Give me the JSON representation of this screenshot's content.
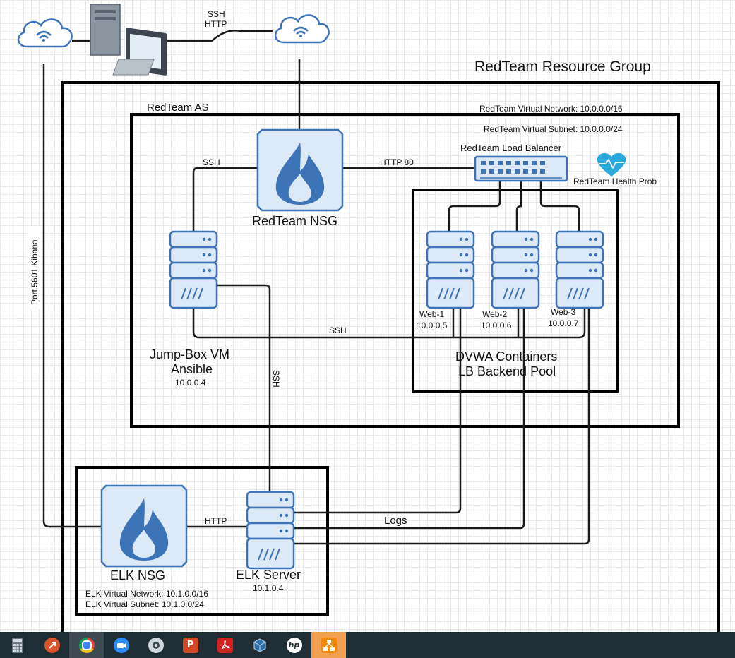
{
  "diagram": {
    "resource_group_label": "RedTeam Resource Group",
    "as_label": "RedTeam AS",
    "vnet_label": "RedTeam Virtual Network: 10.0.0.0/16",
    "subnet_label": "RedTeam Virtual Subnet: 10.0.0.0/24",
    "lb_label": "RedTeam Load Balancer",
    "health_probe_label": "RedTeam Health Prob",
    "nsg_label": "RedTeam NSG",
    "jump_box": {
      "line1": "Jump-Box VM",
      "line2": "Ansible",
      "ip": "10.0.0.4"
    },
    "web_servers": [
      {
        "name": "Web-1",
        "ip": "10.0.0.5"
      },
      {
        "name": "Web-2",
        "ip": "10.0.0.6"
      },
      {
        "name": "Web-3",
        "ip": "10.0.0.7"
      }
    ],
    "dvwa": {
      "line1": "DVWA Containers",
      "line2": "LB Backend Pool"
    },
    "elk_nsg_label": "ELK NSG",
    "elk_server": {
      "name": "ELK Server",
      "ip": "10.1.0.4"
    },
    "elk_vnet_label": "ELK Virtual Network: 10.1.0.0/16",
    "elk_subnet_label": "ELK Virtual Subnet: 10.1.0.0/24",
    "edge_labels": {
      "ssh_http_1": "SSH",
      "ssh_http_2": "HTTP",
      "nsg_to_jump_ssh": "SSH",
      "nsg_to_lb_http": "HTTP 80",
      "jump_to_web_ssh": "SSH",
      "jump_to_elk_ssh": "SSH",
      "kibana": "Port 5601 Kibana",
      "elk_nsg_http": "HTTP",
      "logs": "Logs"
    },
    "colors": {
      "azure_blue": "#3d74b7",
      "icon_fill": "#dce9f7",
      "server_blue": "#5b8fc9",
      "heart": "#2aaadc",
      "border": "#000000"
    }
  },
  "taskbar": {
    "icons": [
      "calculator-icon",
      "remote-desktop-icon",
      "chrome-icon",
      "zoom-icon",
      "webcam-icon",
      "powerpoint-icon",
      "acrobat-icon",
      "virtualbox-icon",
      "hp-icon",
      "drawio-icon"
    ],
    "colors": {
      "background": "#1f2d35",
      "active": "#3d4a52",
      "highlight": "#f0a050"
    }
  }
}
